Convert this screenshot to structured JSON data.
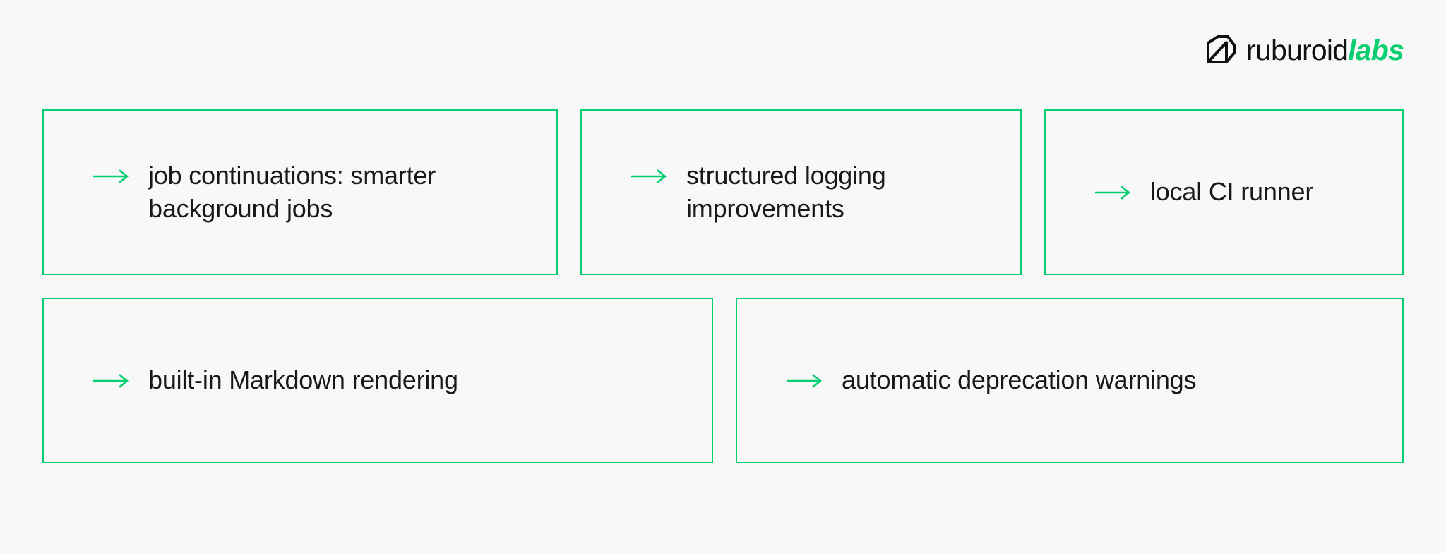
{
  "background_color": "#F7F8F7",
  "accent_color": "#06CE71",
  "text_color": "#16181A",
  "logo": {
    "mark_icon": "ruburoid-diamond-mark-icon",
    "brand": "ruburoid",
    "suffix": "labs",
    "suffix_color": "#0ACF72"
  },
  "cards": {
    "arrow_icon": "long-right-arrow-icon",
    "rows": [
      {
        "items": [
          {
            "label": "job continuations: smarter background jobs"
          },
          {
            "label": "structured logging improvements"
          },
          {
            "label": "local CI runner"
          }
        ]
      },
      {
        "items": [
          {
            "label": "built-in Markdown rendering"
          },
          {
            "label": "automatic deprecation warnings"
          }
        ]
      }
    ]
  }
}
